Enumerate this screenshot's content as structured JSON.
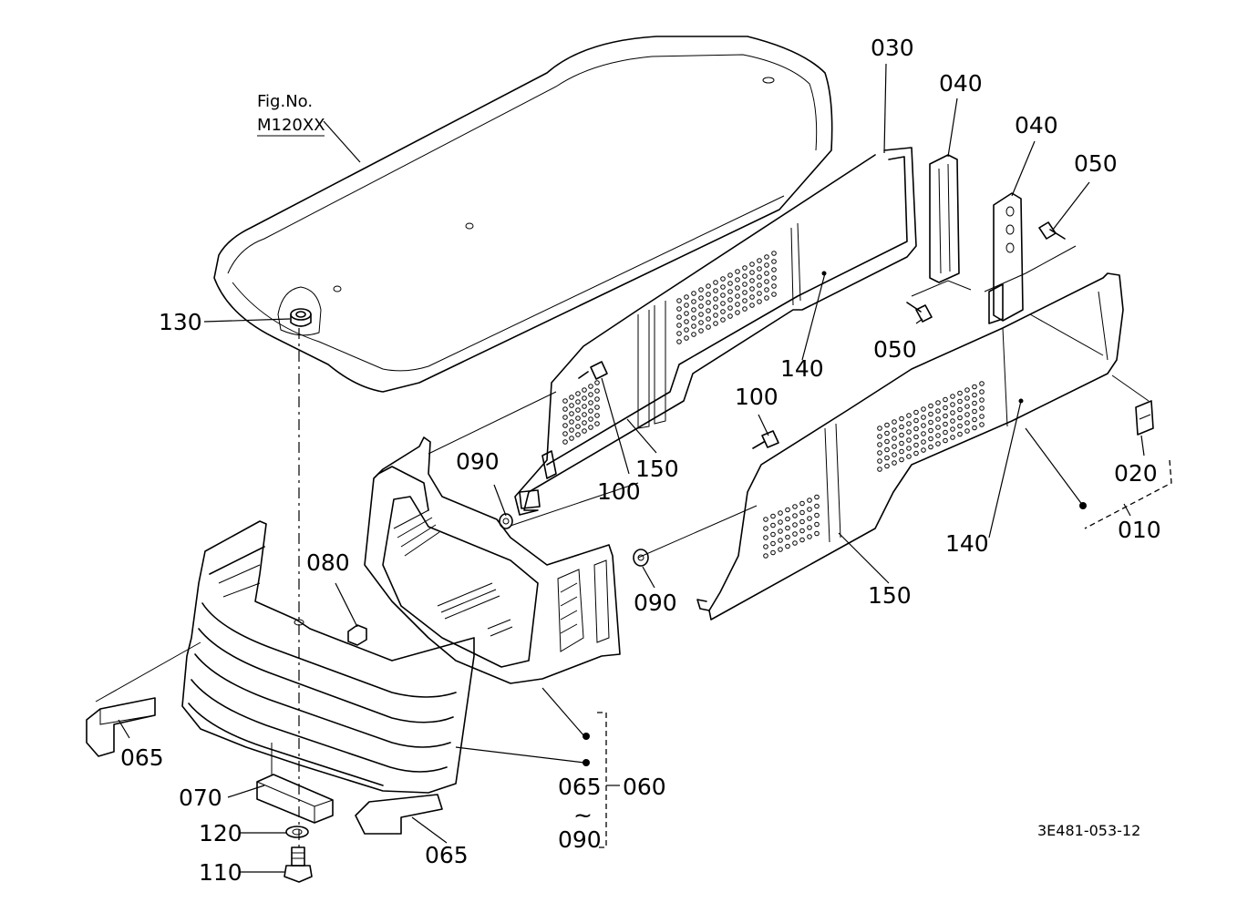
{
  "figure": {
    "ref_line1": "Fig.No.",
    "ref_line2": "M120XX",
    "drawing_code": "3E481-053-12"
  },
  "callouts": {
    "p010": "010",
    "p020": "020",
    "p030": "030",
    "p040a": "040",
    "p040b": "040",
    "p050a": "050",
    "p050b": "050",
    "p060": "060",
    "p065a": "065",
    "p065b": "065",
    "p065c": "065",
    "p070": "070",
    "p080": "080",
    "p090a": "090",
    "p090b": "090",
    "p090c": "090",
    "p100a": "100",
    "p100b": "100",
    "p110": "110",
    "p120": "120",
    "p130": "130",
    "p140a": "140",
    "p140b": "140",
    "p150a": "150",
    "p150b": "150",
    "range_tilde": "~"
  }
}
